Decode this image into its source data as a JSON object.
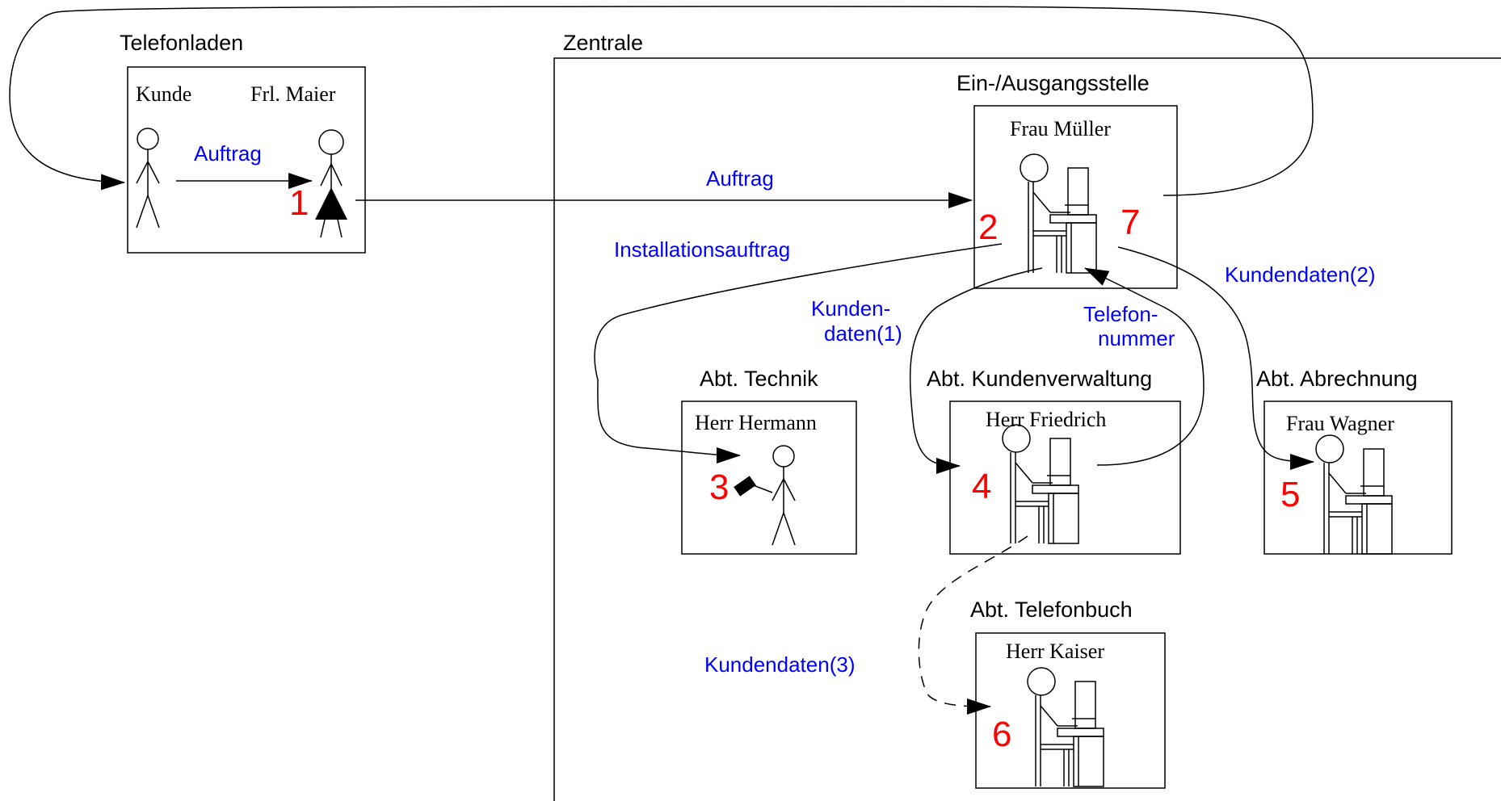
{
  "colors": {
    "flow_label": "#0000ff",
    "step_number": "#ff0000",
    "stroke": "#000000"
  },
  "areas": {
    "shop": "Telefonladen",
    "central": "Zentrale"
  },
  "departments": {
    "entry": {
      "title": "Ein-/Ausgangsstelle",
      "person": "Frau Müller",
      "steps": [
        "2",
        "7"
      ]
    },
    "technik": {
      "title": "Abt. Technik",
      "person": "Herr Hermann",
      "step": "3"
    },
    "kundenverwaltung": {
      "title": "Abt. Kundenverwaltung",
      "person": "Herr Friedrich",
      "step": "4"
    },
    "abrechnung": {
      "title": "Abt. Abrechnung",
      "person": "Frau Wagner",
      "step": "5"
    },
    "telefonbuch": {
      "title": "Abt. Telefonbuch",
      "person": "Herr Kaiser",
      "step": "6"
    }
  },
  "shop": {
    "customer": "Kunde",
    "clerk": "Frl. Maier",
    "step": "1"
  },
  "flows": {
    "auftrag_shop": "Auftrag",
    "auftrag_central": "Auftrag",
    "installationsauftrag": "Installationsauftrag",
    "kundendaten1_line1": "Kunden-",
    "kundendaten1_line2": "daten(1)",
    "telefonnummer_line1": "Telefon-",
    "telefonnummer_line2": "nummer",
    "kundendaten2": "Kundendaten(2)",
    "kundendaten3": "Kundendaten(3)"
  }
}
